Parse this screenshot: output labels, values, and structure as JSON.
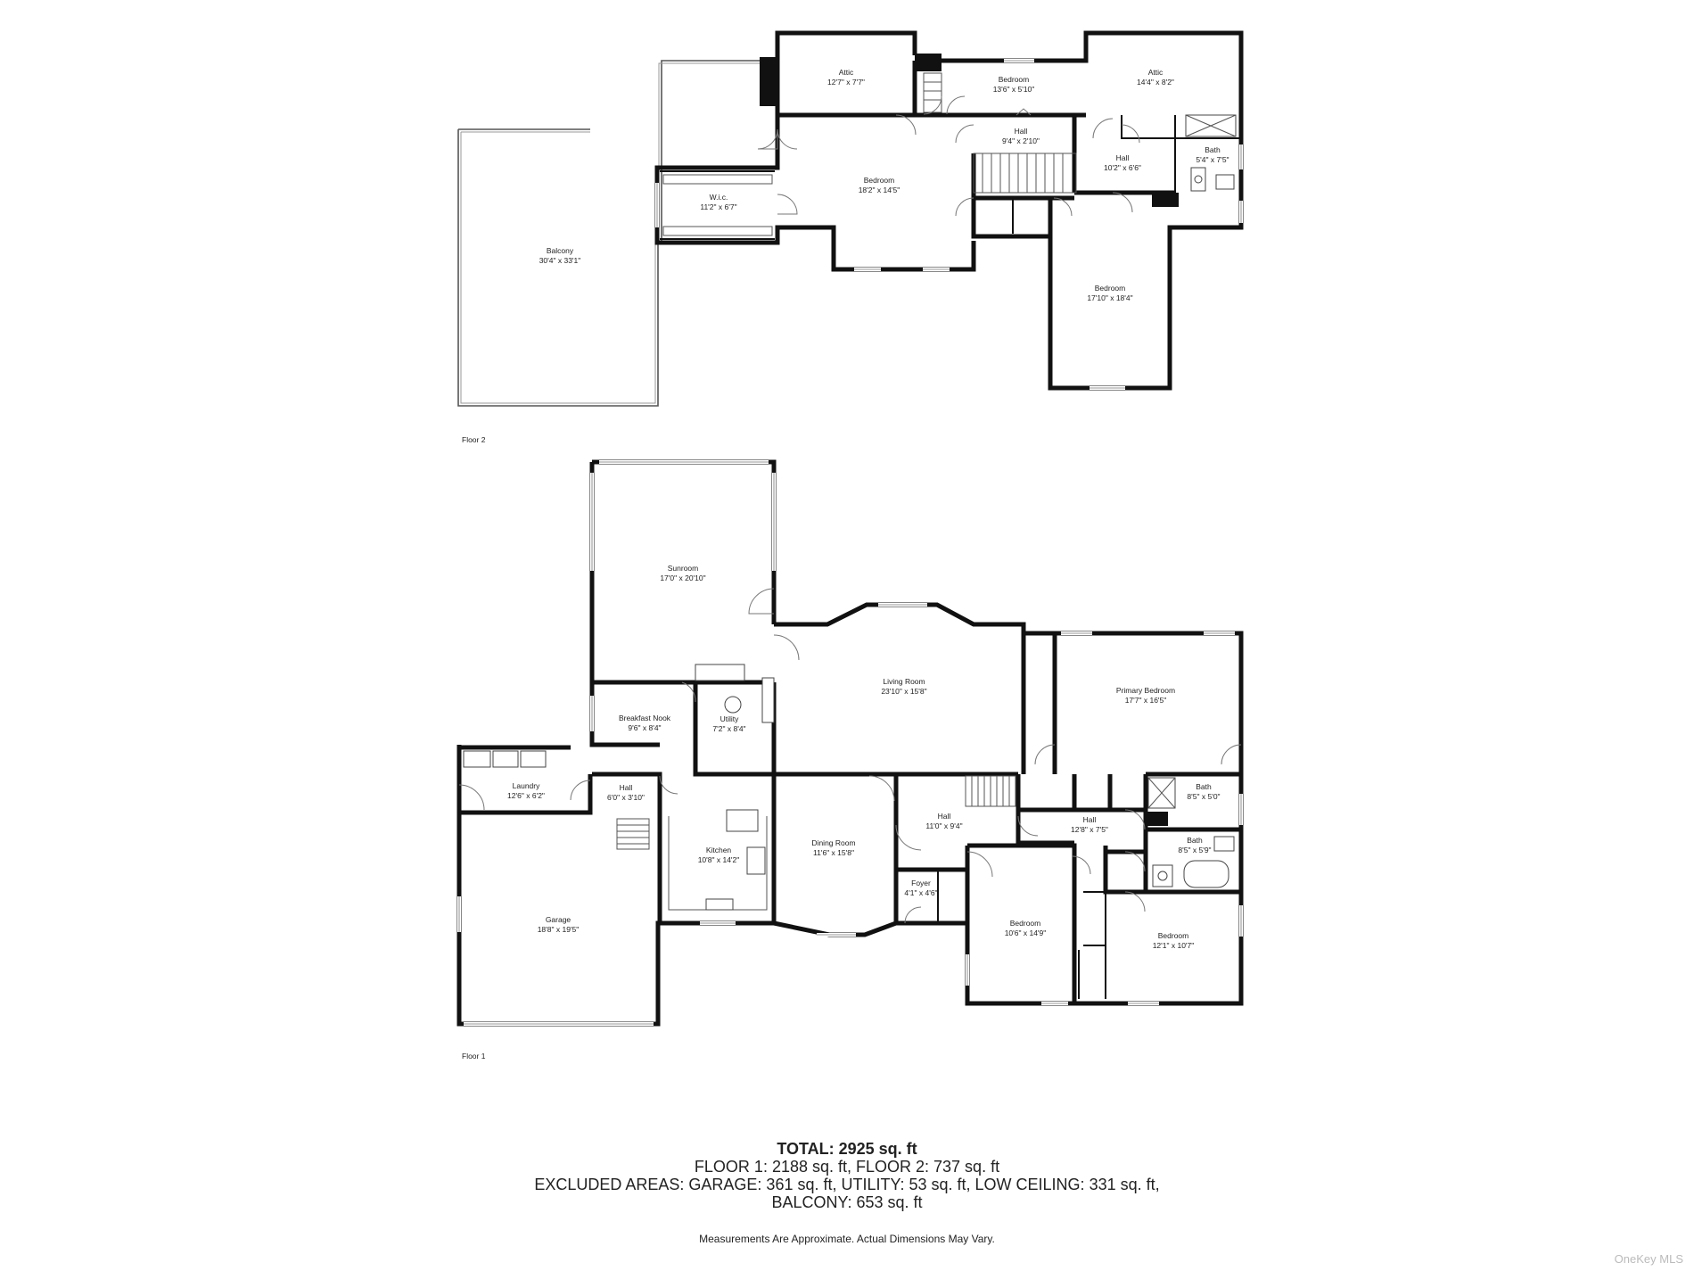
{
  "floors": [
    {
      "id": "floor-2",
      "label": "Floor 2",
      "rooms": [
        {
          "id": "attic-a",
          "name": "Attic",
          "dims": "12'7\" x 7'7\""
        },
        {
          "id": "bedroom-a",
          "name": "Bedroom",
          "dims": "13'6\" x 5'10\""
        },
        {
          "id": "attic-b",
          "name": "Attic",
          "dims": "14'4\" x 8'2\""
        },
        {
          "id": "hall-a",
          "name": "Hall",
          "dims": "9'4\" x 2'10\""
        },
        {
          "id": "hall-b",
          "name": "Hall",
          "dims": "10'2\" x 6'6\""
        },
        {
          "id": "bath-a",
          "name": "Bath",
          "dims": "5'4\" x 7'5\""
        },
        {
          "id": "bedroom-main-2",
          "name": "Bedroom",
          "dims": "18'2\" x 14'5\""
        },
        {
          "id": "wic",
          "name": "W.i.c.",
          "dims": "11'2\" x 6'7\""
        },
        {
          "id": "balcony",
          "name": "Balcony",
          "dims": "30'4\" x 33'1\""
        },
        {
          "id": "bedroom-b",
          "name": "Bedroom",
          "dims": "17'10\" x 18'4\""
        }
      ]
    },
    {
      "id": "floor-1",
      "label": "Floor 1",
      "rooms": [
        {
          "id": "sunroom",
          "name": "Sunroom",
          "dims": "17'0\" x 20'10\""
        },
        {
          "id": "living",
          "name": "Living Room",
          "dims": "23'10\" x 15'8\""
        },
        {
          "id": "primary",
          "name": "Primary Bedroom",
          "dims": "17'7\" x 16'5\""
        },
        {
          "id": "nook",
          "name": "Breakfast Nook",
          "dims": "9'6\" x 8'4\""
        },
        {
          "id": "utility",
          "name": "Utility",
          "dims": "7'2\" x 8'4\""
        },
        {
          "id": "laundry",
          "name": "Laundry",
          "dims": "12'6\" x 6'2\""
        },
        {
          "id": "hall-c",
          "name": "Hall",
          "dims": "6'0\" x 3'10\""
        },
        {
          "id": "kitchen",
          "name": "Kitchen",
          "dims": "10'8\" x 14'2\""
        },
        {
          "id": "dining",
          "name": "Dining Room",
          "dims": "11'6\" x 15'8\""
        },
        {
          "id": "hall-d",
          "name": "Hall",
          "dims": "11'0\" x 9'4\""
        },
        {
          "id": "hall-e",
          "name": "Hall",
          "dims": "12'8\" x 7'5\""
        },
        {
          "id": "bath-b",
          "name": "Bath",
          "dims": "8'5\" x 5'0\""
        },
        {
          "id": "bath-c",
          "name": "Bath",
          "dims": "8'5\" x 5'9\""
        },
        {
          "id": "foyer",
          "name": "Foyer",
          "dims": "4'1\" x 4'6\""
        },
        {
          "id": "bedroom-c",
          "name": "Bedroom",
          "dims": "10'6\" x 14'9\""
        },
        {
          "id": "bedroom-d",
          "name": "Bedroom",
          "dims": "12'1\" x 10'7\""
        },
        {
          "id": "garage",
          "name": "Garage",
          "dims": "18'8\" x 19'5\""
        }
      ]
    }
  ],
  "summary": {
    "total": "TOTAL: 2925 sq. ft",
    "floors": "FLOOR 1: 2188 sq. ft, FLOOR 2: 737 sq. ft",
    "excluded_1": "EXCLUDED AREAS: GARAGE: 361 sq. ft, UTILITY: 53 sq. ft, LOW CEILING: 331 sq. ft,",
    "excluded_2": "BALCONY: 653 sq. ft"
  },
  "disclaimer": "Measurements Are Approximate. Actual Dimensions May Vary.",
  "watermark": "OneKey MLS"
}
